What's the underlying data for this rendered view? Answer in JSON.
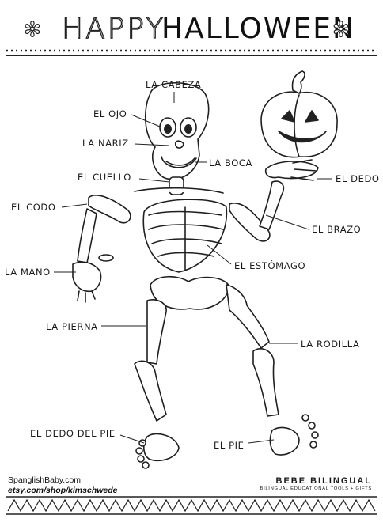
{
  "title": {
    "left_word": "HAPPY",
    "right_word": "HALLOWEEN"
  },
  "labels": {
    "la_cabeza": "LA CABEZA",
    "el_ojo": "EL OJO",
    "la_nariz": "LA NARIZ",
    "la_boca": "LA BOCA",
    "el_cuello": "EL CUELLO",
    "el_dedo": "EL DEDO",
    "el_codo": "EL CODO",
    "el_brazo": "EL BRAZO",
    "el_estomago": "EL ESTÓMAGO",
    "la_mano": "LA MANO",
    "la_pierna": "LA PIERNA",
    "la_rodilla": "LA RODILLA",
    "el_dedo_del_pie": "EL DEDO DEL PIE",
    "el_pie": "EL PIE"
  },
  "footer": {
    "site": "SpanglishBaby.com",
    "shop": "etsy.com/shop/kimschwede",
    "brand": "BEBE BILINGUAL",
    "brand_tagline": "BILINGUAL EDUCATIONAL TOOLS + GIFTS"
  },
  "icons": [
    "snowflake-star-icon",
    "snowflake-star-icon",
    "skeleton-illustration",
    "jack-o-lantern-illustration"
  ]
}
